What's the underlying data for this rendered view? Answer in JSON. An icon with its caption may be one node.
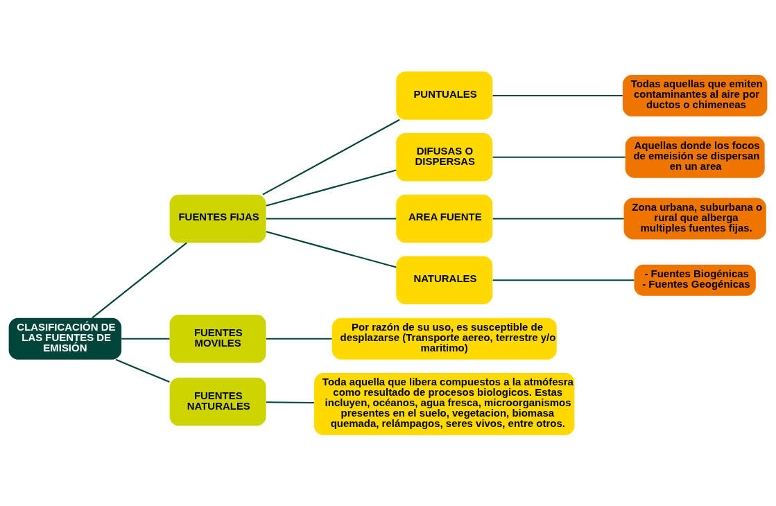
{
  "diagram": {
    "nodes": [
      {
        "text": [
          "CLASIFICACIÓN DE LAS FUENTES DE EMISIÓN"
        ]
      },
      {
        "text": [
          "FUENTES FIJAS"
        ]
      },
      {
        "text": [
          "PUNTUALES"
        ]
      },
      {
        "text": [
          "Todas aquellas que emiten contaminantes al aire por ductos o chimeneas"
        ]
      },
      {
        "text": [
          "DIFUSAS O DISPERSAS"
        ]
      },
      {
        "text": [
          "Aquellas donde los focos de emeisión se dispersan en un area"
        ]
      },
      {
        "text": [
          "AREA FUENTE"
        ]
      },
      {
        "text": [
          "Zona urbana, suburbana o rural que alberga multiples fuentes fijas."
        ]
      },
      {
        "text": [
          "NATURALES"
        ]
      },
      {
        "text": [
          "- Fuentes Biogénicas",
          "- Fuentes Geogénicas"
        ]
      },
      {
        "text": [
          "FUENTES MOVILES"
        ]
      },
      {
        "text": [
          "Por razón de su uso, es susceptible de desplazarse (Transporte aereo, terrestre y/o maritimo)"
        ]
      },
      {
        "text": [
          "FUENTES NATURALES"
        ]
      },
      {
        "text": [
          "Toda aquella que libera compuestos a la atmófesra como resultado de procesos biologicos. Estas incluyen, océanos, agua fresca, microorganismos presentes en el suelo, vegetacion, biomasa quemada, relámpagos, seres vivos, entre otros."
        ]
      }
    ],
    "edges": [
      {
        "from": 0,
        "to": 1,
        "arrow": "none"
      },
      {
        "from": 0,
        "to": 10,
        "arrow": "none"
      },
      {
        "from": 0,
        "to": 12,
        "arrow": "none"
      },
      {
        "from": 1,
        "to": 2,
        "arrow": "none"
      },
      {
        "from": 1,
        "to": 4,
        "arrow": "none"
      },
      {
        "from": 1,
        "to": 6,
        "arrow": "none"
      },
      {
        "from": 1,
        "to": 8,
        "arrow": "none"
      },
      {
        "from": 2,
        "to": 3,
        "arrow": "none"
      },
      {
        "from": 4,
        "to": 5,
        "arrow": "none"
      },
      {
        "from": 6,
        "to": 7,
        "arrow": "none"
      },
      {
        "from": 8,
        "to": 9,
        "arrow": "none"
      },
      {
        "from": 10,
        "to": 11,
        "arrow": "none"
      },
      {
        "from": 12,
        "to": 13,
        "arrow": "none"
      }
    ]
  }
}
